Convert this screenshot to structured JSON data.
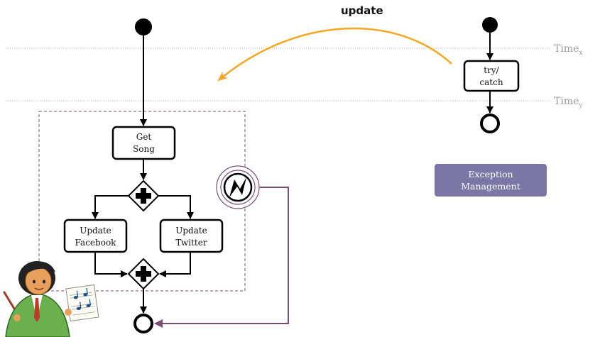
{
  "labels": {
    "update": "update",
    "time_x": "Time",
    "time_x_sub": "x",
    "time_y": "Time",
    "time_y_sub": "y"
  },
  "tasks": {
    "get_song": [
      "Get",
      "Song"
    ],
    "update_facebook": [
      "Update",
      "Facebook"
    ],
    "update_twitter": [
      "Update",
      "Twitter"
    ],
    "try_catch": [
      "try/",
      "catch"
    ]
  },
  "exception_management": [
    "Exception",
    "Management"
  ],
  "colors": {
    "update_arrow": "#f5a623",
    "subprocess_border": "#7a4f73",
    "exception_box": "#7b76a6",
    "timeline": "#9a9a9a"
  },
  "icons": {
    "error_event": "lightning-icon",
    "gateway": "plus-icon",
    "conductor": "conductor-avatar-icon"
  }
}
